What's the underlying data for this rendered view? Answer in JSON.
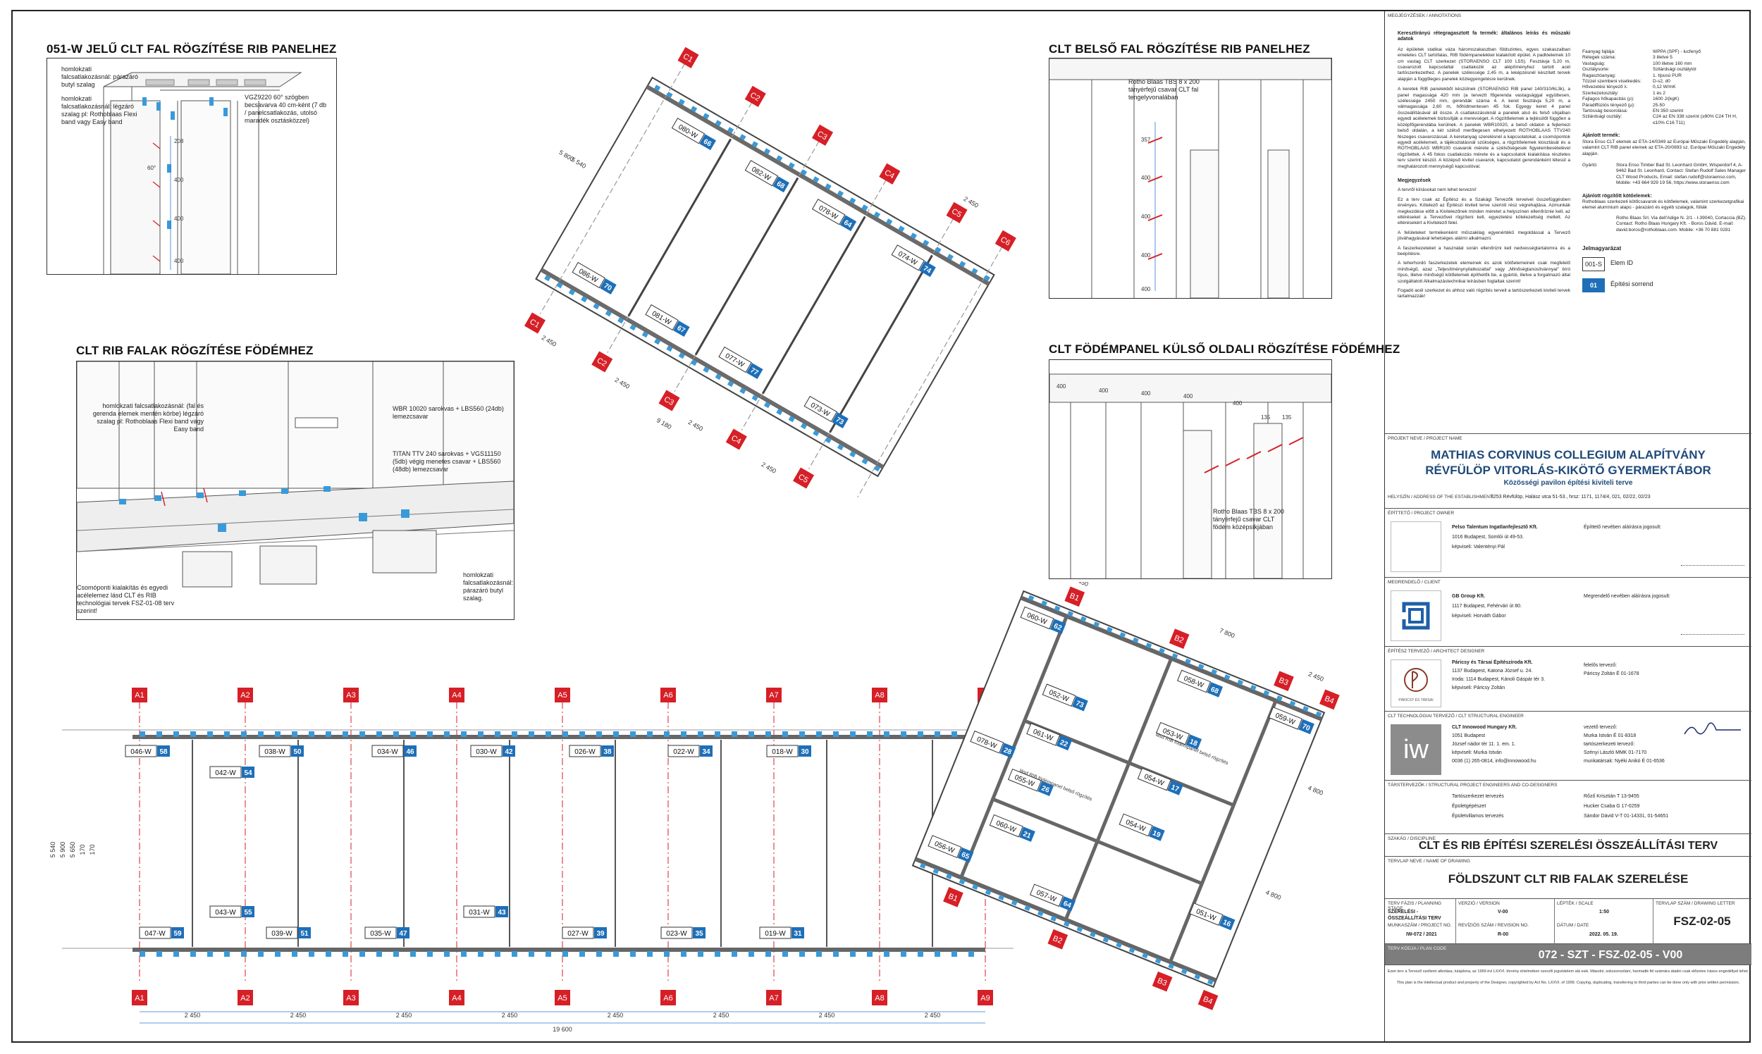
{
  "details": {
    "d1": {
      "title": "051-W JELŰ CLT FAL RÖGZÍTÉSE RIB PANELHEZ",
      "note1": "homlokzati falcsatlakozásnál: párazáró butyl szalag",
      "note2": "homlokzati falcsatlakozásnál: légzáró szalag pl: Rothoblaas Flexi band vagy Easy band",
      "note3": "VGZ9220 60° szögben becsavarva 40 cm-ként (7 db / panelcsatlakozás, utolsó maradék osztásközzel)",
      "dims": [
        "208",
        "400",
        "400",
        "400"
      ],
      "angle": "60°"
    },
    "d2": {
      "title": "CLT RIB FALAK RÖGZÍTÉSE FÖDÉMHEZ",
      "note1": "homlokzati falcsatlakozásnál: (fal és gerenda elemek mentén körbe) légzáró szalag pl: Rothoblaas Flexi band vagy Easy band",
      "note2": "WBR 10020 sarokvas + LBS560 (24db) lemezcsavar",
      "note3": "TITAN TTV 240 sarokvas + VGS11150 (5db) végig menetes csavar + LBS560 (48db) lemezcsavar",
      "note4": "homlokzati falcsatlakozásnál: párazáró butyl szalag.",
      "note5": "Csomóponti kialakítás és egyedi acélelemez lásd CLT és RIB technológiai tervek FSZ-01-08 terv szerint!"
    },
    "d3": {
      "title": "CLT BELSŐ FAL RÖGZÍTÉSE RIB PANELHEZ",
      "note1": "Rotho Blaas TBS 8 x 200 tányérfejű csavar CLT fal tengelyvonalában",
      "dims": [
        "357",
        "400",
        "400",
        "400",
        "400"
      ]
    },
    "d4": {
      "title": "CLT FÖDÉMPANEL KÜLSŐ OLDALI RÖGZÍTÉSE FÖDÉMHEZ",
      "note1": "Rotho Blaas TBS 8 x 200 tányérfejű csavar CLT födém középsíkjában",
      "dims": [
        "400",
        "400",
        "400",
        "400",
        "135",
        "135",
        "400"
      ]
    }
  },
  "plan_rot": {
    "axes": [
      "C1",
      "C2",
      "C3",
      "C4",
      "C5",
      "C6",
      "C1",
      "C2",
      "C3",
      "C4",
      "C5"
    ],
    "tags": [
      {
        "code": "080-W",
        "num": "66"
      },
      {
        "code": "082-W",
        "num": "68"
      },
      {
        "code": "078-W",
        "num": "64"
      },
      {
        "code": "074-W",
        "num": "74"
      },
      {
        "code": "086-W",
        "num": "70"
      },
      {
        "code": "081-W",
        "num": "67"
      },
      {
        "code": "077-W",
        "num": "77"
      },
      {
        "code": "073-W",
        "num": "73"
      }
    ],
    "dims": [
      "2 450",
      "2 450",
      "2 450",
      "2 450",
      "9 180",
      "5 540",
      "5 800",
      "2 450"
    ]
  },
  "plan_main": {
    "axes": [
      "A1",
      "A2",
      "A3",
      "A4",
      "A5",
      "A6",
      "A7",
      "A8",
      "A9"
    ],
    "top_tags": [
      {
        "code": "046-W",
        "num": "58"
      },
      {
        "code": "038-W",
        "num": "50"
      },
      {
        "code": "034-W",
        "num": "46"
      },
      {
        "code": "030-W",
        "num": "42"
      },
      {
        "code": "026-W",
        "num": "38"
      },
      {
        "code": "022-W",
        "num": "34"
      },
      {
        "code": "018-W",
        "num": "30"
      },
      {
        "code": "042-W",
        "num": "54"
      }
    ],
    "bottom_tags": [
      {
        "code": "047-W",
        "num": "59"
      },
      {
        "code": "043-W",
        "num": "55"
      },
      {
        "code": "039-W",
        "num": "51"
      },
      {
        "code": "035-W",
        "num": "47"
      },
      {
        "code": "031-W",
        "num": "43"
      },
      {
        "code": "027-W",
        "num": "39"
      },
      {
        "code": "023-W",
        "num": "35"
      },
      {
        "code": "019-W",
        "num": "31"
      }
    ],
    "bay_dim": "2 450",
    "total_dim": "19 600",
    "left_dims": [
      "5 540",
      "5 900",
      "5 650",
      "170",
      "170"
    ]
  },
  "plan_b": {
    "axes": [
      "B1",
      "B2",
      "B3",
      "B4",
      "B1",
      "B2",
      "B3",
      "B4"
    ],
    "tags": [
      {
        "code": "060-W",
        "num": "62"
      },
      {
        "code": "058-W",
        "num": "68"
      },
      {
        "code": "059-W",
        "num": "70"
      },
      {
        "code": "052-W",
        "num": "73"
      },
      {
        "code": "053-W",
        "num": "18"
      },
      {
        "code": "061-W",
        "num": "22"
      },
      {
        "code": "054-W",
        "num": "17"
      },
      {
        "code": "055-W",
        "num": "26"
      },
      {
        "code": "054-W",
        "num": "19"
      },
      {
        "code": "060-W",
        "num": "21"
      },
      {
        "code": "051-W",
        "num": "16"
      },
      {
        "code": "056-W",
        "num": "65"
      },
      {
        "code": "057-W",
        "num": "64"
      },
      {
        "code": "078-W",
        "num": "28"
      }
    ],
    "notes": [
      "lásd RIB födémpanel belső rögzítés",
      "lásd RIB födémpanel belső rögzítés"
    ],
    "dims": [
      "2 450",
      "7 800",
      "2 450",
      "4 800",
      "4 800"
    ]
  },
  "panel": {
    "annotations": {
      "label": "MEGJEGYZÉSEK / ANNOTATIONS",
      "h1": "Keresztirányú rétegragasztott fa termék: általános leírás és műszaki adatok",
      "p1": "Az épületek statikai váza háromszakaszban földszintes, egyes szakaszaiban emeletes CLT tartófalas, RIB födémpanelekkel kialakított épület. A padlóelemek 10 cm vastag CLT szerkezet (STORAENSO CLT 100 L5S). Fesztávja 5,20 m, csavarozott kapcsolattal csatlakozik az alépítményhez tartott acél tartószerkezethez. A panelek szélessége 2,45 m, a leképzésnél készített tervek alapján a függőleges panelek közlegyengetésre kerülnek.",
      "p2": "A keretek RIB panelekből készülnek (STORAENSO RIB panel 140/310/6L3k), a panel magassága 420 mm (a terveztt főgerenda vastagsággal együttesen, szélessége 2450 mm, gerendák száma 4. A keret fesztávja 5,20 m, a válmagassága 2,60 m, hőhídmentesen 45 fok. Egyegy keret 4 panel összeállításával áll össze. A csatlakozásoknál a panelek alsó és felső síkjaiban egyedi acélelemek biztosítják a merevséget. A rögzítőelemek a lejtésütől függően a középfőgerendába kerülnek. A panelek WBR10020, a belső oldalon a fejlemezi belső oldalán, a két szélső merőlegesen elhelyezett ROTHOBLAAS TTV240 fészeges csavarozással. A keretanyag szerelésnél a kapcsolatokat, a csomópontok egyedi acélelemeit, a tájékoztatásnál szükséges, a rögzítőelemek kiosztását és a ROTHOBLAAS WBR100 csavarok mérete a szélsőségesek figyelembevételével rögzítettek. A 45 fokos csatlakozás mérete és a kapcsolatok kialakítása részletes terv szerint készül. A középső kivitel csavarok, kapcsolatot gerendánként létesül a meghatározott mennyiségű kapcsolóval.",
      "h2": "Megjegyzések",
      "p3": "A tervről kiírásokat nem lehet tervezni!",
      "p4": "Ez a terv csak az Építész és a Szakági Tervezők terveivel összefüggésben érvényes. Kötelező az Építészi kiviteli terve szerinti rész végrehajtása. Azmunkák megkezdése előtt a Kivitelezőnek minden méretet a helyszínen ellenőriznie kell, az eltéréseket a Tervezővel rögzíteni kell, egyeztetési kötelezettség mellett. Az eltérésekért a Kivitelező felel.",
      "p5": "A felületeket termékenként műszakilag egyenértékű megoldással a Tervező jóváhagyásával lehetséges aláírni alkalmazni.",
      "p6": "A faszerkezeteket a használat során ellenőrizni kell nedvességtartalomra és a beépítésre.",
      "p7": "A teherhordó faszerkezetek elemeinek és azok kötőelemeinek csak megfelelő minőségű, azaz „Teljesítménynyilatkozattal” vagy „Minőségtanúsítvánnyal” bíró típus, illetve minőségű kötőelemek építhetők be, a gyártói, illetve a forgalmazó által szolgáltatott Alkalmazástechnikai leírásban foglaltak szerint!",
      "p8": "Fogadó acél szerkezet és ahhoz való rögzítés terveit a tartószerkezeti kiviteli tervek tartalmazzák!",
      "spec_k": [
        "Faanyag fajtája:",
        "Rétegek száma:",
        "Vastagság:",
        "Osztálysorte:",
        "Ragasztóanyag:",
        "Tűzzel szembeni viselkedés:",
        "Hővezetési tényező λ:",
        "Szerkezetosztály:",
        "Fajlagos hőkapacitás (ρ):",
        "Páradiffúziós tényező (μ):",
        "Tartósság besorolása:",
        "Szilárdsági osztály:"
      ],
      "spec_v": [
        "WPPA (SPF) - lucfenyő",
        "3 illetve 5",
        "100 illetve 160 mm",
        "Szilárdsági osztálytól",
        "1. típusú PUR",
        "D-s2, d0",
        "0,12 W/mK",
        "1 és 2",
        "1600 J/(kgK)",
        "25-50",
        "EN 350 szerint",
        "C24 az EN 338 szerint (≥90% C24 TH H, ≤10% C16 T11)"
      ],
      "approval_h": "Ajánlott termék:",
      "approval_p": "Stora Enso CLT elemek az ETA-14/0349 az Európai Műszaki Engedély alapján, valamint CLT RIB panel elemek az ETA-20/0893 sz. Európai Műszaki Engedély alapján.",
      "maker_k": "Gyártó:",
      "maker_v": "Stora Enso Timber Bad St. Leonhard GmbH, Wisperdorf 4, A-9462 Bad St. Leonhard, Contact: Stefan Rudolf Sales Manager CLT Wood Products, Email: stefan.rudolf@storaenso.com, Mobile: +43 664 929 19 56, https://www.storaenso.com",
      "fixing_h": "Ajánlott rögzítőtt kötőelemek:",
      "fixing_p": "Rothoblaas szerkezeti kötőcsavarok és kötőelemek, valamint szerkezetgrafikai elemei alumínium alapú - párazáró és egyéb szalagok, fóliák",
      "fixing_v": "Rotho Blaas Srl. Via dell'Adige N. 2/1 - I-39040, Cortaccia (BZ). Contact: Rotho Blaas Hungary Kft. - Boros Dávid. E-mail: david.boros@rothoblaas.com. Mobile: +36 70 881 0281",
      "legend_h": "Jelmagyarázat",
      "legend_1_code": "001-S",
      "legend_1_text": "Elem ID",
      "legend_2_code": "01",
      "legend_2_text": "Építési sorrend"
    },
    "project": {
      "label": "PROJEKT NEVE / PROJECT NAME",
      "line1": "MATHIAS CORVINUS COLLEGIUM ALAPÍTVÁNY",
      "line2": "RÉVFÜLÖP VITORLÁS-KIKÖTŐ GYERMEKTÁBOR",
      "line3": "Közösségi pavilon építési kiviteli terve",
      "addr_label": "HELYSZÍN / ADDRESS OF THE ESTABLISHMENT",
      "addr": "8253 Révfülöp, Halász utca 51-53., hrsz: 1171, 1174/4, 021, 02/22, 02/23"
    },
    "owner": {
      "label": "ÉPÍTTETŐ / PROJECT OWNER",
      "name": "Pelso Talentum Ingatlanfejlesztő Kft.",
      "addr": "1016 Budapest, Somlói út 49-53.",
      "rep": "képviseli: Valentényi Pál",
      "sign": "Építtető nevében aláírásra jogosult:"
    },
    "client": {
      "label": "MEGRENDELŐ / CLIENT",
      "name": "GB Group Kft.",
      "addr": "1117 Budapest, Fehérvári út 80.",
      "rep": "képviseli: Horváth Gábor",
      "sign": "Megrendelő nevében aláírásra jogosult:"
    },
    "architect": {
      "label": "ÉPÍTÉSZ TERVEZŐ / ARCHITECT DESIGNER",
      "name": "Páricsy és Társai Építésziroda Kft.",
      "addr": "1137 Budapest, Katona József u. 24.",
      "office": "Iroda: 1114 Budapest, Kánoli Gáspár tér 3.",
      "rep": "képviseli: Páricsy Zoltán",
      "lead": "felelős tervező:",
      "lead_name": "Páricsy Zoltán É 01-1678",
      "logo_text": "PÁRICSY ÉS TÁRSAI"
    },
    "engineer": {
      "label": "CLT TECHNOLÓGIAI TERVEZŐ / CLT STRUCTURAL ENGINEER",
      "name": "CLT Innowood Hungary Kft.",
      "addr": "1051 Budapest",
      "office": "József nádor tér 11. 1. em. 1.",
      "rep": "képviseli: Murka István",
      "contact": "0036 (1) 265-0814, info@innowood.hu",
      "lead": "vezető tervező:",
      "lead_name": "Murka István  É 01-8318",
      "tech": "tartószerkezeti tervező:",
      "tech_name": "Szényi László  MMK 01-7170",
      "staff": "munkatársak: Nyéki Anikó  É 01-6536",
      "logo": "iw"
    },
    "contributors": {
      "label": "TÁRSTERVEZŐK / STRUCTURAL PROJECT ENGINEERS AND CO-DESIGNERS",
      "rows": [
        {
          "k": "Tartószerkezet tervezés",
          "v": "Rőző Krisztián T 13-9455"
        },
        {
          "k": "Épületgépészet",
          "v": "Hucker Csaba G 17-0259"
        },
        {
          "k": "Épületvillamos tervezés",
          "v": "Sándor Dávid V-T 01-14331, 01-54651"
        }
      ]
    },
    "discipline": {
      "label": "SZAKÁG / DISCIPLINE",
      "value": "CLT ÉS RIB ÉPÍTÉSI SZERELÉSI ÖSSZEÁLLÍTÁSI TERV"
    },
    "drawing": {
      "label": "TERVLAP NEVE / NAME OF DRAWING",
      "value": "FÖLDSZUNT CLT RIB FALAK SZERELÉSE"
    },
    "meta": {
      "phase_label": "TERV FÁZIS / PLANNING STAGE",
      "phase": "SZERELÉSI - ÖSSZEÁLLÍTÁSI TERV",
      "version_label": "VERZIÓ / VERSION",
      "version": "V-00",
      "scale_label": "LÉPTÉK / SCALE",
      "scale": "1:50",
      "sheet_label": "TERVLAP SZÁM / DRAWING LETTER",
      "sheet": "FSZ-02-05",
      "project_no_label": "MUNKASZÁM / PROJECT NO.",
      "project_no": "IW-072 / 2021",
      "revision_label": "REVÍZIÓS SZÁM / REVISION NO.",
      "revision": "R-00",
      "date_label": "DÁTUM / DATE",
      "date": "2022. 05. 19.",
      "code_label": "TERV KÓDJA / PLAN CODE",
      "code": "072 - SZT - FSZ-02-05 - V00"
    },
    "footer1": "Ezen terv a Tervező szellemi alkotása, tulajdona, az 1999 évi LXXVI. törvény értelmében szerzői jogvédelem alá esik. Másolni, sokszorosítani, harmadik fél számára átadni csak előzetes írásos engedéllyel lehet.",
    "footer2": "This plan is the intellectual product and property of the Designer, copyrighted by Act No. LXXVI. of 1999. Copying, duplicating, transferring to third parties can be done only with prior written permission."
  },
  "colors": {
    "axis_red": "#d61f26",
    "tag_blue": "#1e6fb8",
    "dim_blue": "#2a7ad1",
    "line": "#222222",
    "bracket": "#3a9ad8"
  }
}
